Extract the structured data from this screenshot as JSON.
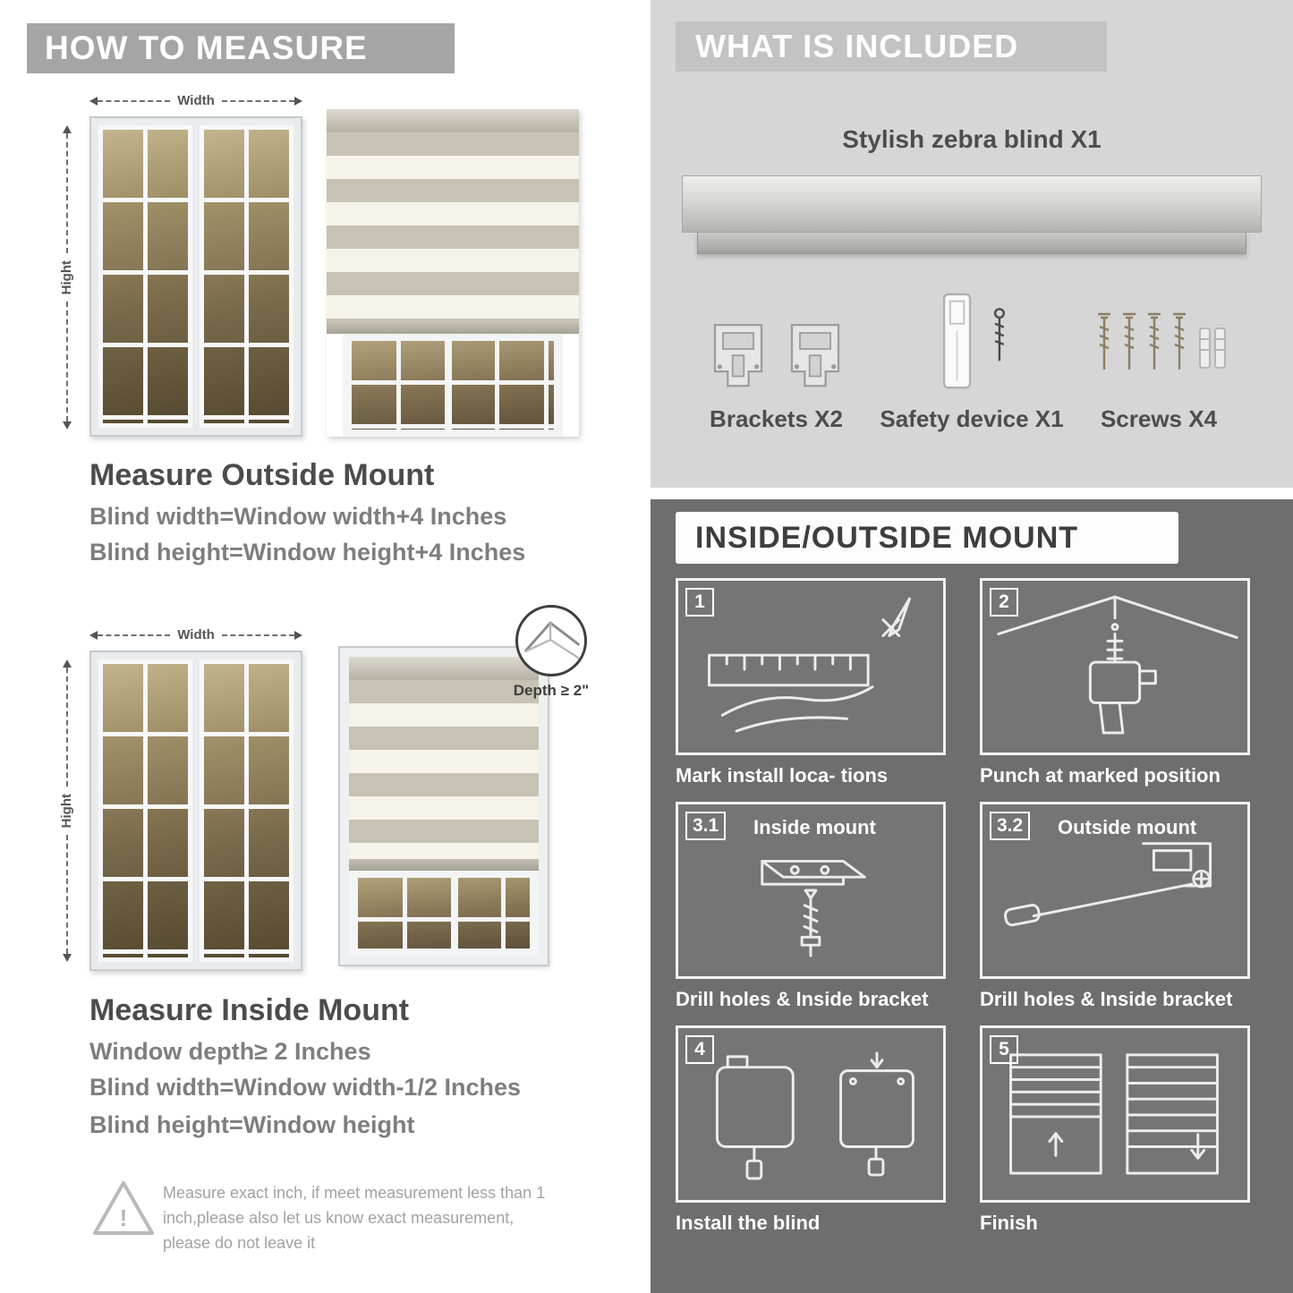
{
  "colors": {
    "left_banner": "#a5a5a5",
    "included_panel": "#d6d6d6",
    "included_banner": "#c3c3c3",
    "mount_panel": "#6e6e6e"
  },
  "left": {
    "header": "HOW TO MEASURE",
    "outside": {
      "width_label": "Width",
      "height_label": "Hight",
      "title": "Measure Outside Mount",
      "line1": "Blind width=Window width+4 Inches",
      "line2": "Blind height=Window height+4 Inches"
    },
    "inside": {
      "width_label": "Width",
      "height_label": "Hight",
      "depth_label": "Depth ≥ 2\"",
      "title": "Measure Inside Mount",
      "line1": "Window depth≥ 2 Inches",
      "line2": "Blind width=Window width-1/2 Inches",
      "line3": "Blind height=Window height"
    },
    "warning": {
      "icon": "warning-triangle-icon",
      "glyph": "!",
      "text": "Measure exact inch, if meet measurement less than 1 inch,please also let us know exact measurement, please do not leave it"
    }
  },
  "included": {
    "header": "WHAT IS INCLUDED",
    "blind_label": "Stylish zebra blind X1",
    "items": [
      {
        "icon": "bracket-icon",
        "label": "Brackets X2"
      },
      {
        "icon": "safety-device-icon",
        "label": "Safety device X1"
      },
      {
        "icon": "screws-icon",
        "label": "Screws X4"
      }
    ]
  },
  "mount": {
    "header": "INSIDE/OUTSIDE MOUNT",
    "steps": [
      {
        "num": "1",
        "icon": "measure-mark-icon",
        "caption": "Mark install loca- tions"
      },
      {
        "num": "2",
        "icon": "drill-icon",
        "caption": "Punch at marked position"
      },
      {
        "num": "3.1",
        "label": "Inside mount",
        "icon": "inside-bracket-icon",
        "caption": "Drill holes & Inside bracket"
      },
      {
        "num": "3.2",
        "label": "Outside mount",
        "icon": "outside-bracket-icon",
        "caption": "Drill holes & Inside bracket"
      },
      {
        "num": "4",
        "icon": "install-blind-icon",
        "caption": "Install the blind"
      },
      {
        "num": "5",
        "icon": "finish-blinds-icon",
        "caption": "Finish"
      }
    ]
  }
}
